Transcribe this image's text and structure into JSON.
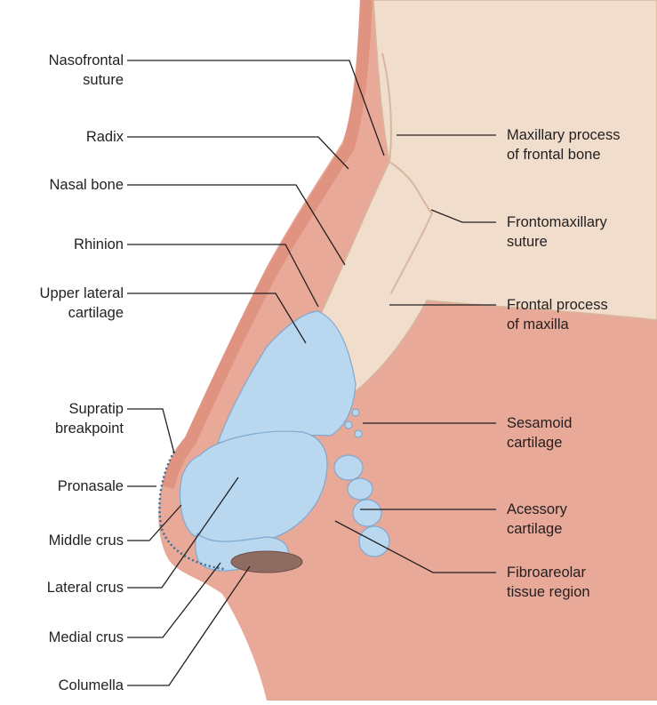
{
  "colors": {
    "skin": "#e8a998",
    "skin_dark": "#d9826d",
    "bone": "#f1ddcb",
    "bone_edge": "#d7b79e",
    "cartilage": "#b9d7ef",
    "cartilage_edge": "#7fa9cf",
    "leader": "#231f20",
    "dotted": "#3a6d95",
    "nostril": "#8f6c62"
  },
  "labels_left": [
    {
      "lines": [
        "Nasofrontal",
        "suture"
      ]
    },
    {
      "lines": [
        "Radix"
      ]
    },
    {
      "lines": [
        "Nasal bone"
      ]
    },
    {
      "lines": [
        "Rhinion"
      ]
    },
    {
      "lines": [
        "Upper lateral",
        "cartilage"
      ]
    },
    {
      "lines": [
        "Supratip",
        "breakpoint"
      ]
    },
    {
      "lines": [
        "Pronasale"
      ]
    },
    {
      "lines": [
        "Middle crus"
      ]
    },
    {
      "lines": [
        "Lateral crus"
      ]
    },
    {
      "lines": [
        "Medial crus"
      ]
    },
    {
      "lines": [
        "Columella"
      ]
    }
  ],
  "labels_right": [
    {
      "lines": [
        "Maxillary process",
        "of frontal bone"
      ]
    },
    {
      "lines": [
        "Frontomaxillary",
        "suture"
      ]
    },
    {
      "lines": [
        "Frontal process",
        "of maxilla"
      ]
    },
    {
      "lines": [
        "Sesamoid",
        "cartilage"
      ]
    },
    {
      "lines": [
        "Acessory",
        "cartilage"
      ]
    },
    {
      "lines": [
        "Fibroareolar",
        "tissue region"
      ]
    }
  ]
}
